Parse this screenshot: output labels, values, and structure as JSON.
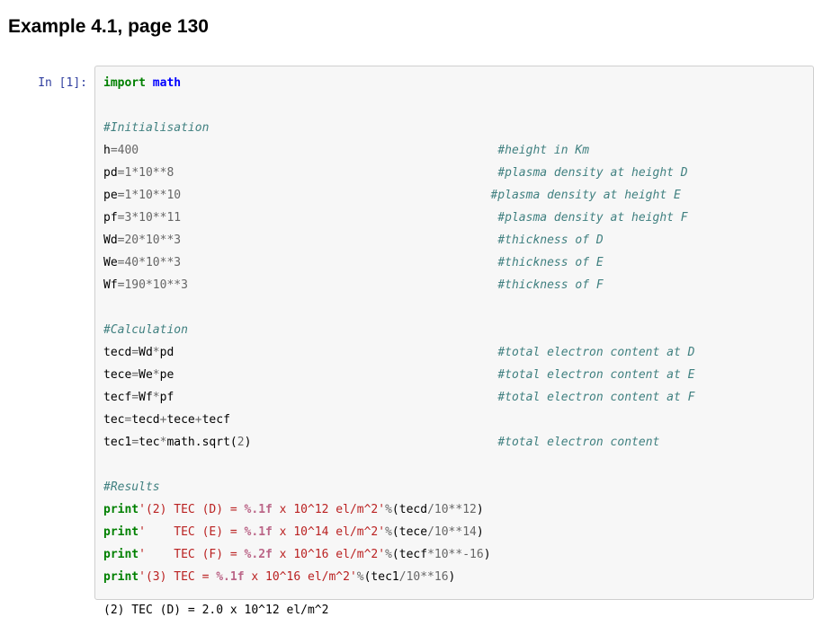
{
  "page": {
    "title": "Example 4.1, page 130"
  },
  "cell": {
    "prompt": "In [1]:",
    "lines": [
      [
        {
          "c": "kw",
          "t": "import"
        },
        {
          "c": "t",
          "t": " "
        },
        {
          "c": "nn",
          "t": "math"
        }
      ],
      [],
      [
        {
          "c": "c",
          "t": "#Initialisation"
        }
      ],
      [
        {
          "c": "t",
          "t": "h"
        },
        {
          "c": "o",
          "t": "="
        },
        {
          "c": "m",
          "t": "400"
        },
        {
          "c": "pad",
          "n": 51
        },
        {
          "c": "c",
          "t": "#height in Km"
        }
      ],
      [
        {
          "c": "t",
          "t": "pd"
        },
        {
          "c": "o",
          "t": "="
        },
        {
          "c": "m",
          "t": "1"
        },
        {
          "c": "o",
          "t": "*"
        },
        {
          "c": "m",
          "t": "10"
        },
        {
          "c": "o",
          "t": "**"
        },
        {
          "c": "m",
          "t": "8"
        },
        {
          "c": "pad",
          "n": 46
        },
        {
          "c": "c",
          "t": "#plasma density at height D"
        }
      ],
      [
        {
          "c": "t",
          "t": "pe"
        },
        {
          "c": "o",
          "t": "="
        },
        {
          "c": "m",
          "t": "1"
        },
        {
          "c": "o",
          "t": "*"
        },
        {
          "c": "m",
          "t": "10"
        },
        {
          "c": "o",
          "t": "**"
        },
        {
          "c": "m",
          "t": "10"
        },
        {
          "c": "pad",
          "n": 44
        },
        {
          "c": "c",
          "t": "#plasma density at height E"
        }
      ],
      [
        {
          "c": "t",
          "t": "pf"
        },
        {
          "c": "o",
          "t": "="
        },
        {
          "c": "m",
          "t": "3"
        },
        {
          "c": "o",
          "t": "*"
        },
        {
          "c": "m",
          "t": "10"
        },
        {
          "c": "o",
          "t": "**"
        },
        {
          "c": "m",
          "t": "11"
        },
        {
          "c": "pad",
          "n": 45
        },
        {
          "c": "c",
          "t": "#plasma density at height F"
        }
      ],
      [
        {
          "c": "t",
          "t": "Wd"
        },
        {
          "c": "o",
          "t": "="
        },
        {
          "c": "m",
          "t": "20"
        },
        {
          "c": "o",
          "t": "*"
        },
        {
          "c": "m",
          "t": "10"
        },
        {
          "c": "o",
          "t": "**"
        },
        {
          "c": "m",
          "t": "3"
        },
        {
          "c": "pad",
          "n": 45
        },
        {
          "c": "c",
          "t": "#thickness of D"
        }
      ],
      [
        {
          "c": "t",
          "t": "We"
        },
        {
          "c": "o",
          "t": "="
        },
        {
          "c": "m",
          "t": "40"
        },
        {
          "c": "o",
          "t": "*"
        },
        {
          "c": "m",
          "t": "10"
        },
        {
          "c": "o",
          "t": "**"
        },
        {
          "c": "m",
          "t": "3"
        },
        {
          "c": "pad",
          "n": 45
        },
        {
          "c": "c",
          "t": "#thickness of E"
        }
      ],
      [
        {
          "c": "t",
          "t": "Wf"
        },
        {
          "c": "o",
          "t": "="
        },
        {
          "c": "m",
          "t": "190"
        },
        {
          "c": "o",
          "t": "*"
        },
        {
          "c": "m",
          "t": "10"
        },
        {
          "c": "o",
          "t": "**"
        },
        {
          "c": "m",
          "t": "3"
        },
        {
          "c": "pad",
          "n": 44
        },
        {
          "c": "c",
          "t": "#thickness of F"
        }
      ],
      [],
      [
        {
          "c": "c",
          "t": "#Calculation"
        }
      ],
      [
        {
          "c": "t",
          "t": "tecd"
        },
        {
          "c": "o",
          "t": "="
        },
        {
          "c": "t",
          "t": "Wd"
        },
        {
          "c": "o",
          "t": "*"
        },
        {
          "c": "t",
          "t": "pd"
        },
        {
          "c": "pad",
          "n": 46
        },
        {
          "c": "c",
          "t": "#total electron content at D"
        }
      ],
      [
        {
          "c": "t",
          "t": "tece"
        },
        {
          "c": "o",
          "t": "="
        },
        {
          "c": "t",
          "t": "We"
        },
        {
          "c": "o",
          "t": "*"
        },
        {
          "c": "t",
          "t": "pe"
        },
        {
          "c": "pad",
          "n": 46
        },
        {
          "c": "c",
          "t": "#total electron content at E"
        }
      ],
      [
        {
          "c": "t",
          "t": "tecf"
        },
        {
          "c": "o",
          "t": "="
        },
        {
          "c": "t",
          "t": "Wf"
        },
        {
          "c": "o",
          "t": "*"
        },
        {
          "c": "t",
          "t": "pf"
        },
        {
          "c": "pad",
          "n": 46
        },
        {
          "c": "c",
          "t": "#total electron content at F"
        }
      ],
      [
        {
          "c": "t",
          "t": "tec"
        },
        {
          "c": "o",
          "t": "="
        },
        {
          "c": "t",
          "t": "tecd"
        },
        {
          "c": "o",
          "t": "+"
        },
        {
          "c": "t",
          "t": "tece"
        },
        {
          "c": "o",
          "t": "+"
        },
        {
          "c": "t",
          "t": "tecf"
        }
      ],
      [
        {
          "c": "t",
          "t": "tec1"
        },
        {
          "c": "o",
          "t": "="
        },
        {
          "c": "t",
          "t": "tec"
        },
        {
          "c": "o",
          "t": "*"
        },
        {
          "c": "t",
          "t": "math.sqrt("
        },
        {
          "c": "m",
          "t": "2"
        },
        {
          "c": "t",
          "t": ")"
        },
        {
          "c": "pad",
          "n": 35
        },
        {
          "c": "c",
          "t": "#total electron content"
        }
      ],
      [],
      [
        {
          "c": "c",
          "t": "#Results"
        }
      ],
      [
        {
          "c": "kw",
          "t": "print"
        },
        {
          "c": "s",
          "t": "'(2) TEC (D) = "
        },
        {
          "c": "si",
          "t": "%.1f"
        },
        {
          "c": "s",
          "t": " x 10^12 el/m^2'"
        },
        {
          "c": "o",
          "t": "%"
        },
        {
          "c": "t",
          "t": "(tecd"
        },
        {
          "c": "o",
          "t": "/"
        },
        {
          "c": "m",
          "t": "10"
        },
        {
          "c": "o",
          "t": "**"
        },
        {
          "c": "m",
          "t": "12"
        },
        {
          "c": "t",
          "t": ")"
        }
      ],
      [
        {
          "c": "kw",
          "t": "print"
        },
        {
          "c": "s",
          "t": "'    TEC (E) = "
        },
        {
          "c": "si",
          "t": "%.1f"
        },
        {
          "c": "s",
          "t": " x 10^14 el/m^2'"
        },
        {
          "c": "o",
          "t": "%"
        },
        {
          "c": "t",
          "t": "(tece"
        },
        {
          "c": "o",
          "t": "/"
        },
        {
          "c": "m",
          "t": "10"
        },
        {
          "c": "o",
          "t": "**"
        },
        {
          "c": "m",
          "t": "14"
        },
        {
          "c": "t",
          "t": ")"
        }
      ],
      [
        {
          "c": "kw",
          "t": "print"
        },
        {
          "c": "s",
          "t": "'    TEC (F) = "
        },
        {
          "c": "si",
          "t": "%.2f"
        },
        {
          "c": "s",
          "t": " x 10^16 el/m^2'"
        },
        {
          "c": "o",
          "t": "%"
        },
        {
          "c": "t",
          "t": "(tecf"
        },
        {
          "c": "o",
          "t": "*"
        },
        {
          "c": "m",
          "t": "10"
        },
        {
          "c": "o",
          "t": "**-"
        },
        {
          "c": "m",
          "t": "16"
        },
        {
          "c": "t",
          "t": ")"
        }
      ],
      [
        {
          "c": "kw",
          "t": "print"
        },
        {
          "c": "s",
          "t": "'(3) TEC = "
        },
        {
          "c": "si",
          "t": "%.1f"
        },
        {
          "c": "s",
          "t": " x 10^16 el/m^2'"
        },
        {
          "c": "o",
          "t": "%"
        },
        {
          "c": "t",
          "t": "(tec1"
        },
        {
          "c": "o",
          "t": "/"
        },
        {
          "c": "m",
          "t": "10"
        },
        {
          "c": "o",
          "t": "**"
        },
        {
          "c": "m",
          "t": "16"
        },
        {
          "c": "t",
          "t": ")"
        }
      ]
    ]
  },
  "output": {
    "clipped_first_line": "(2) TEC (D) = 2.0 x 10^12 el/m^2"
  },
  "colors": {
    "cell_background": "#f7f7f7",
    "cell_border": "#cfcfcf",
    "prompt_blue": "#303F9F",
    "keyword_green": "#008000",
    "namespace_blue": "#0000FF",
    "comment_teal": "#408080",
    "string_red": "#BA2121",
    "interpolation_pink": "#BB6688",
    "operator_gray": "#666666"
  }
}
